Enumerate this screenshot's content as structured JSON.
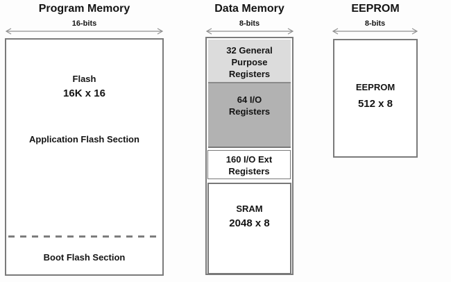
{
  "diagram": {
    "program_memory": {
      "title": "Program Memory",
      "bus_width": "16-bits",
      "flash_label": "Flash",
      "flash_size": "16K x 16",
      "application_section": "Application Flash Section",
      "boot_section": "Boot Flash Section"
    },
    "data_memory": {
      "title": "Data Memory",
      "bus_width": "8-bits",
      "gp_registers": [
        "32 General",
        "Purpose",
        "Registers"
      ],
      "io_registers": [
        "64 I/O",
        "Registers"
      ],
      "io_ext_registers": [
        "160 I/O Ext",
        "Registers"
      ],
      "sram_label": "SRAM",
      "sram_size": "2048 x 8"
    },
    "eeprom": {
      "title": "EEPROM",
      "bus_width": "8-bits",
      "label": "EEPROM",
      "size": "512 x 8"
    },
    "colors": {
      "gp_registers_bg": "#dcdcdc",
      "io_registers_bg": "#b2b2b2",
      "box_border": "#7a7a7a",
      "arrow": "#8f8f8f",
      "background": "#fdfdfd",
      "text": "#141414"
    }
  }
}
